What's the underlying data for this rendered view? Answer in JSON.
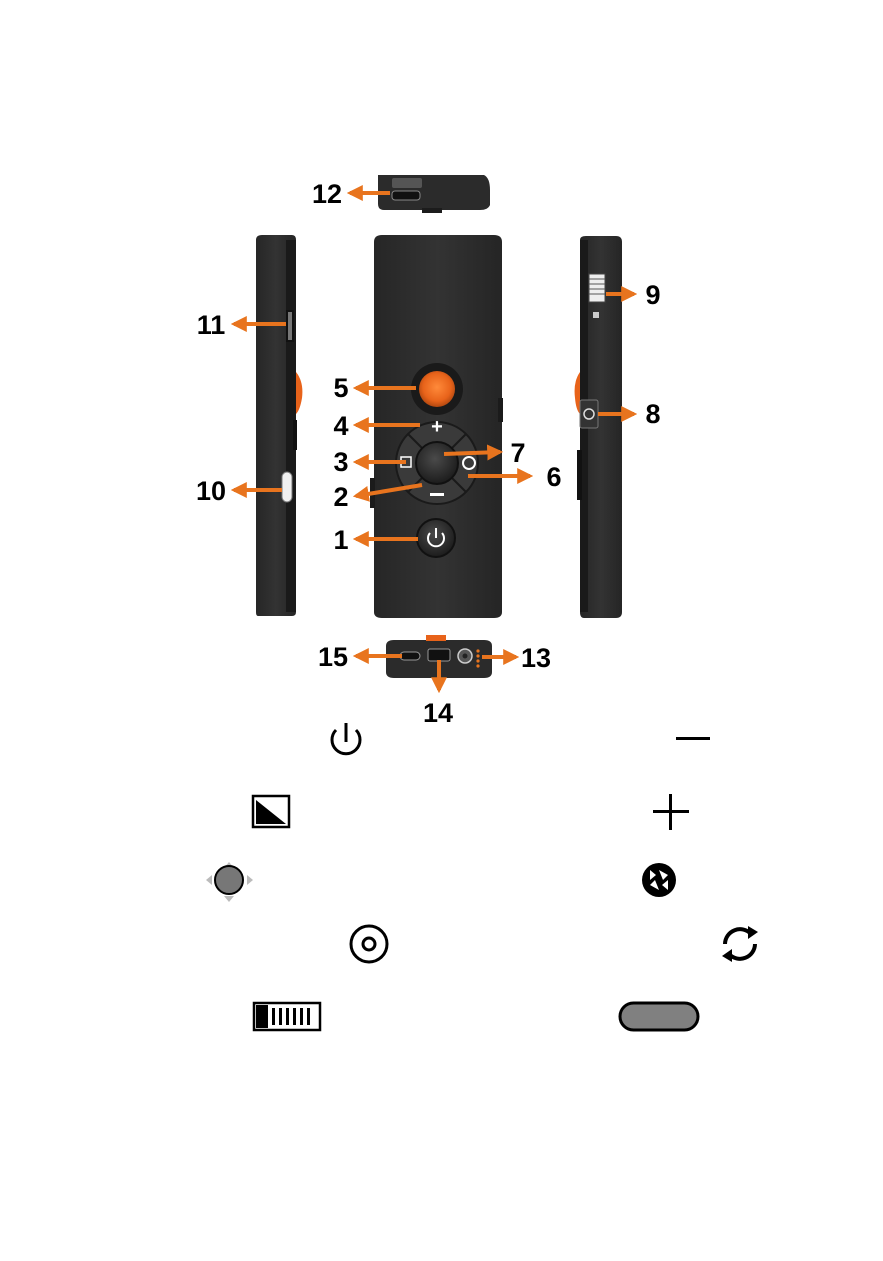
{
  "figure": {
    "views": [
      "top-view",
      "left-side-view",
      "front-view",
      "right-side-view",
      "bottom-view"
    ],
    "callouts": [
      {
        "id": "1",
        "label": "1"
      },
      {
        "id": "2",
        "label": "2"
      },
      {
        "id": "3",
        "label": "3"
      },
      {
        "id": "4",
        "label": "4"
      },
      {
        "id": "5",
        "label": "5"
      },
      {
        "id": "6",
        "label": "6"
      },
      {
        "id": "7",
        "label": "7"
      },
      {
        "id": "8",
        "label": "8"
      },
      {
        "id": "9",
        "label": "9"
      },
      {
        "id": "10",
        "label": "10"
      },
      {
        "id": "11",
        "label": "11"
      },
      {
        "id": "12",
        "label": "12"
      },
      {
        "id": "13",
        "label": "13"
      },
      {
        "id": "14",
        "label": "14"
      },
      {
        "id": "15",
        "label": "15"
      }
    ]
  },
  "legend_icons": [
    "power-icon",
    "minus-icon",
    "contrast-icon",
    "plus-icon",
    "joystick-icon",
    "capture-icon",
    "camera-jack-icon",
    "refresh-icon",
    "slider-switch-icon",
    "button-pill-icon"
  ],
  "colors": {
    "arrow": "#e8741e",
    "device_body": "#2e2e2e",
    "device_edge": "#1a1a1a",
    "accent_orange": "#e8631a",
    "button_gray": "#3a3a3a"
  }
}
